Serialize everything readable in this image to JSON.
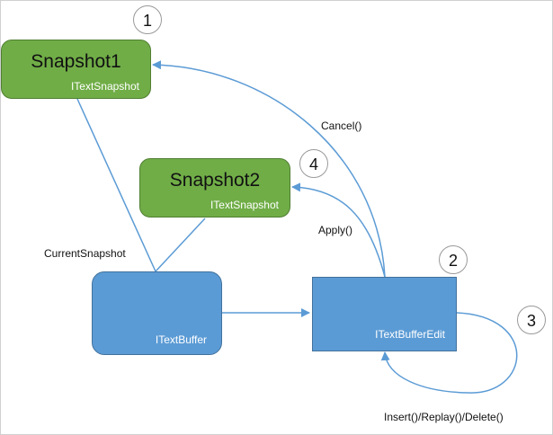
{
  "colors": {
    "snapshot_fill": "#70ad47",
    "buffer_fill": "#5b9bd5",
    "connector": "#5b9bd5"
  },
  "nodes": {
    "snapshot1": {
      "title": "Snapshot1",
      "subtitle": "ITextSnapshot"
    },
    "snapshot2": {
      "title": "Snapshot2",
      "subtitle": "ITextSnapshot"
    },
    "text_buffer": {
      "label": "ITextBuffer"
    },
    "text_buffer_edit": {
      "label": "ITextBufferEdit"
    }
  },
  "labels": {
    "cancel": "Cancel()",
    "apply": "Apply()",
    "current_snapshot": "CurrentSnapshot",
    "edit_ops": "Insert()/Replay()/Delete()"
  },
  "badges": [
    "1",
    "2",
    "3",
    "4"
  ]
}
